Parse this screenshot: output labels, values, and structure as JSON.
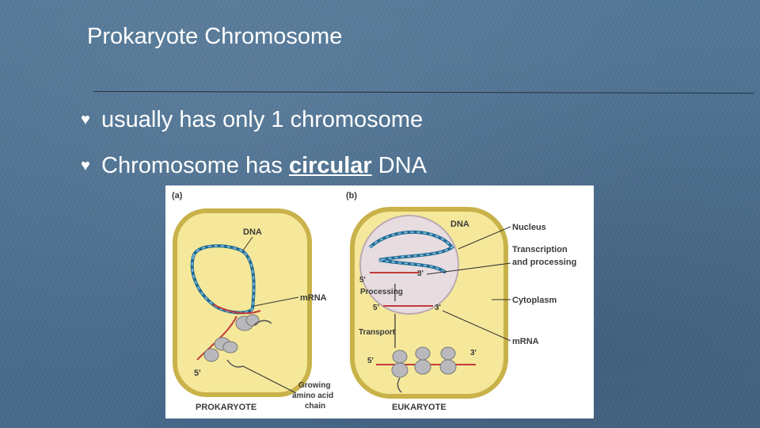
{
  "slide": {
    "title": "Prokaryote Chromosome",
    "bullets": [
      {
        "text": "usually has only 1 chromosome"
      },
      {
        "before": "Chromosome has ",
        "emph": "circular",
        "after": " DNA"
      }
    ],
    "bullet_icon": "heart-bullet-icon"
  },
  "figure": {
    "panel_a": "(a)",
    "panel_b": "(b)",
    "dna_a": "DNA",
    "mrna_a": "mRNA",
    "five_prime_a": "5'",
    "growing": "Growing",
    "amino_acid": "amino acid",
    "chain": "chain",
    "prokaryote": "PROKARYOTE",
    "dna_b": "DNA",
    "nucleus": "Nucleus",
    "transcription": "Transcription",
    "and_processing": "and processing",
    "five_prime_top": "5'",
    "three_prime_top": "3'",
    "processing": "Processing",
    "five_prime_mid": "5'",
    "three_prime_mid": "3'",
    "cytoplasm": "Cytoplasm",
    "transport": "Transport",
    "mrna_b": "mRNA",
    "five_prime_bot": "5'",
    "three_prime_bot": "3'",
    "eukaryote": "EUKARYOTE"
  }
}
